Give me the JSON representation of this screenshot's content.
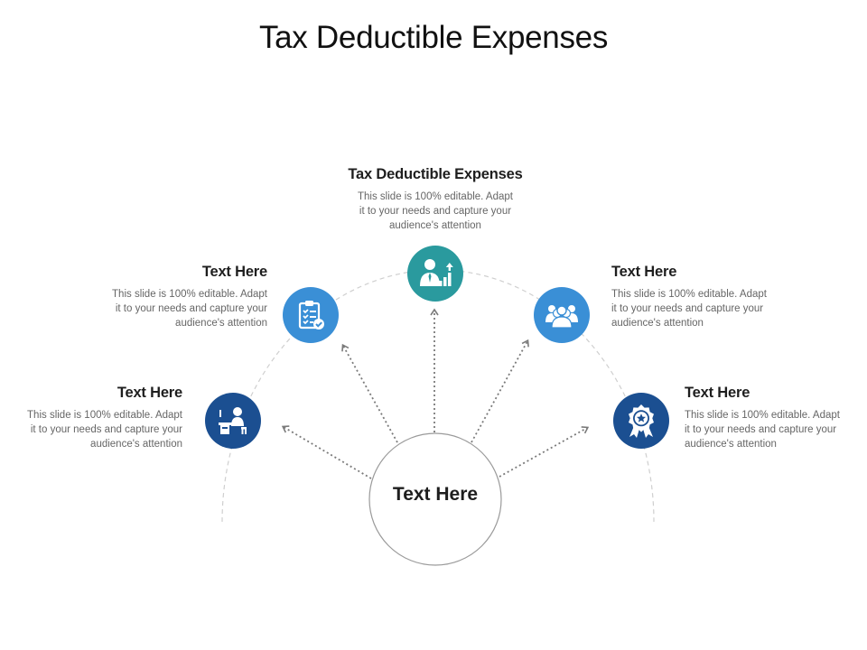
{
  "title": "Tax Deductible Expenses",
  "center": {
    "label": "Text Here"
  },
  "colors": {
    "top": "#2a9a9e",
    "mid": "#3a8fd6",
    "low": "#1b4f91",
    "arc": "#cfcfcf",
    "arrow": "#7a7a7a"
  },
  "blocks": {
    "top": {
      "heading": "Tax Deductible Expenses",
      "line1": "This slide is 100% editable. Adapt",
      "line2": "it to your needs and capture your",
      "line3": "audience's attention",
      "icon": "businessman-growth-icon"
    },
    "upper_left": {
      "heading": "Text Here",
      "line1": "This slide is 100% editable. Adapt",
      "line2": "it to your needs and capture your",
      "line3": "audience's attention",
      "icon": "clipboard-checklist-icon"
    },
    "upper_right": {
      "heading": "Text Here",
      "line1": "This slide is 100% editable. Adapt",
      "line2": "it to your needs and capture your",
      "line3": "audience's attention",
      "icon": "group-people-icon"
    },
    "lower_left": {
      "heading": "Text Here",
      "line1": "This slide is 100% editable. Adapt",
      "line2": "it to your needs and capture your",
      "line3": "audience's attention",
      "icon": "person-at-desk-icon"
    },
    "lower_right": {
      "heading": "Text Here",
      "line1": "This slide is 100% editable. Adapt",
      "line2": "it to your needs and capture your",
      "line3": "audience's attention",
      "icon": "award-badge-icon"
    }
  }
}
